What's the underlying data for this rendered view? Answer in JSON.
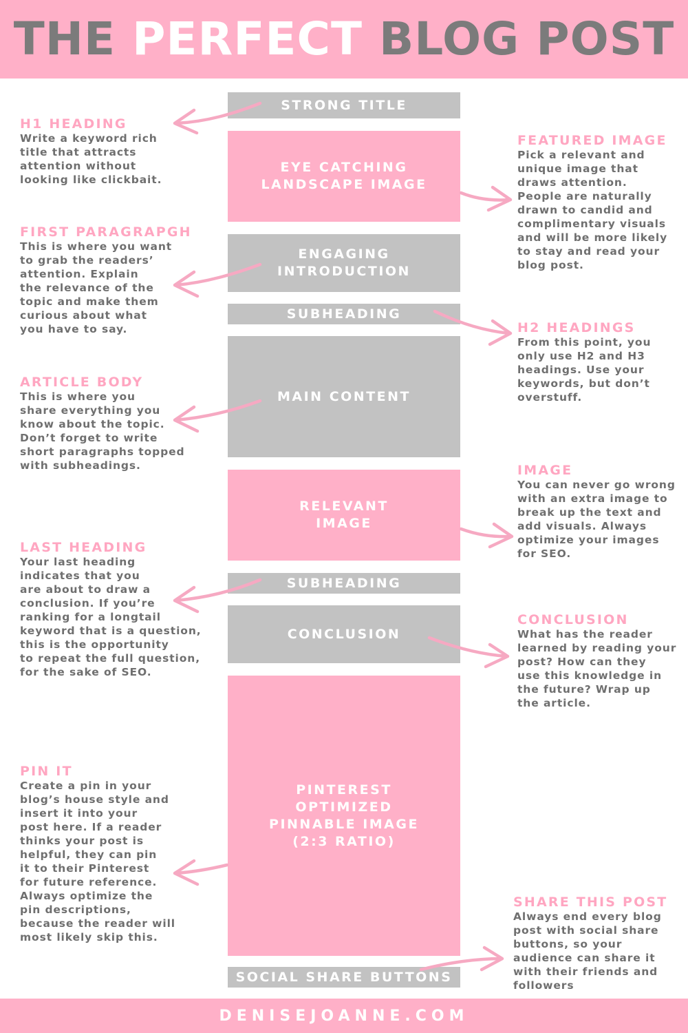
{
  "header": {
    "title_part1": "THE ",
    "title_part2": "PERFECT",
    "title_part3": " BLOG POST"
  },
  "blocks": [
    {
      "label": "STRONG TITLE"
    },
    {
      "label": "EYE CATCHING\nLANDSCAPE IMAGE"
    },
    {
      "label": "ENGAGING\nINTRODUCTION"
    },
    {
      "label": "SUBHEADING"
    },
    {
      "label": "MAIN CONTENT"
    },
    {
      "label": "RELEVANT\nIMAGE"
    },
    {
      "label": "SUBHEADING"
    },
    {
      "label": "CONCLUSION"
    },
    {
      "label": "PINTEREST\nOPTIMIZED\nPINNABLE IMAGE\n(2:3 RATIO)"
    },
    {
      "label": "SOCIAL SHARE BUTTONS"
    }
  ],
  "notes": {
    "h1_heading": {
      "title": "H1 HEADING",
      "text": "Write a keyword rich\ntitle that attracts\nattention without\nlooking like clickbait."
    },
    "featured_image": {
      "title": "FEATURED IMAGE",
      "text": "Pick a relevant and\nunique image that\ndraws attention.\nPeople are naturally\ndrawn to candid and\ncomplimentary visuals\nand will be more likely\nto stay and read your\nblog post."
    },
    "first_paragraph": {
      "title": "FIRST PARAGRAPGH",
      "text": "This is where you want\nto grab the readers’\nattention. Explain\nthe relevance of the\ntopic and make them\ncurious about what\nyou have to say."
    },
    "h2_headings": {
      "title": "H2 HEADINGS",
      "text": "From this point, you\nonly use H2 and H3\nheadings. Use your\nkeywords, but don’t\noverstuff."
    },
    "article_body": {
      "title": "ARTICLE BODY",
      "text": "This is where you\nshare everything you\nknow about the topic.\nDon’t forget to write\nshort paragraphs topped\nwith subheadings."
    },
    "image": {
      "title": "IMAGE",
      "text": "You can never go wrong\nwith an extra image to\nbreak up the text and\nadd visuals. Always\noptimize your images\nfor SEO."
    },
    "last_heading": {
      "title": "LAST HEADING",
      "text": "Your last heading\nindicates that you\nare about to draw a\nconclusion. If you’re\nranking for a longtail\nkeyword that is a question,\nthis is the opportunity\nto repeat the full question,\nfor the sake of SEO."
    },
    "conclusion": {
      "title": "CONCLUSION",
      "text": "What has the reader\nlearned by reading your\npost? How can they\nuse this knowledge in\nthe future?  Wrap up\nthe article."
    },
    "pin_it": {
      "title": "PIN IT",
      "text": "Create a pin in your\nblog’s house style and\ninsert it into your\npost here. If a reader\nthinks your post is\nhelpful, they can pin\nit to their Pinterest\nfor future reference.\nAlways optimize the\npin descriptions,\nbecause the reader will\nmost likely skip this."
    },
    "share_this_post": {
      "title": "SHARE THIS POST",
      "text": "Always end every blog\npost with social share\nbuttons, so your\naudience can share it\nwith their friends and\nfollowers"
    }
  },
  "footer": {
    "site": "DENISEJOANNE.COM"
  },
  "colors": {
    "pink": "#ffb0c8",
    "gray": "#c2c2c2",
    "title_gray": "#7b7b7b",
    "text_gray": "#6f6f6f",
    "heading_pink": "#ffa6c1"
  }
}
